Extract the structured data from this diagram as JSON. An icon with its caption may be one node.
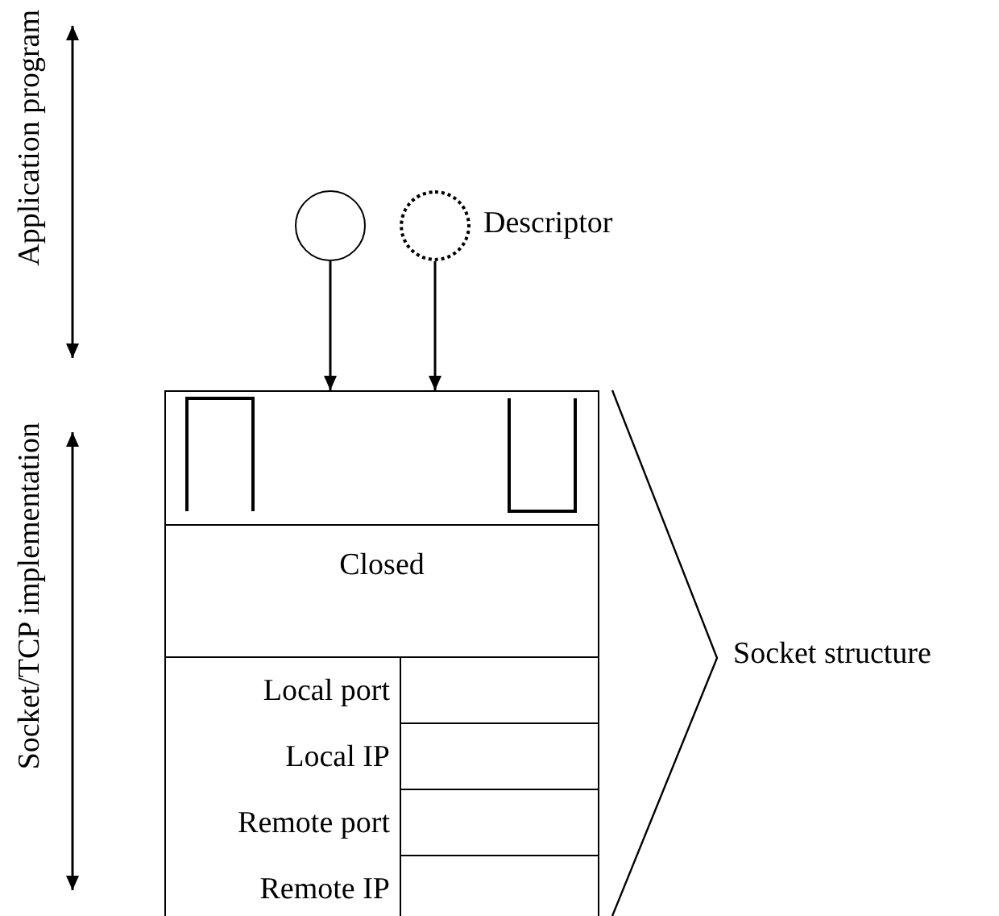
{
  "diagram": {
    "nodes": [
      {
        "text": [],
        "shape": "circle"
      },
      {
        "text": [],
        "shape": "circle",
        "beside": [
          "Descriptor"
        ]
      },
      {
        "text": [],
        "shape": "box"
      },
      {
        "text": [
          "Closed"
        ],
        "in": 2
      },
      {
        "text": [
          "Local port"
        ],
        "in": 2
      },
      {
        "text": [
          "Local IP"
        ],
        "in": 2
      },
      {
        "text": [
          "Remote port"
        ],
        "in": 2
      },
      {
        "text": [
          "Remote IP"
        ],
        "in": 2
      }
    ],
    "edges": [
      {
        "from": 0,
        "to": 2,
        "arrow": "to"
      },
      {
        "from": 1,
        "to": 2,
        "arrow": "to"
      }
    ],
    "labels": [
      "Application program",
      "Socket/TCP implementation",
      "Socket structure"
    ]
  }
}
